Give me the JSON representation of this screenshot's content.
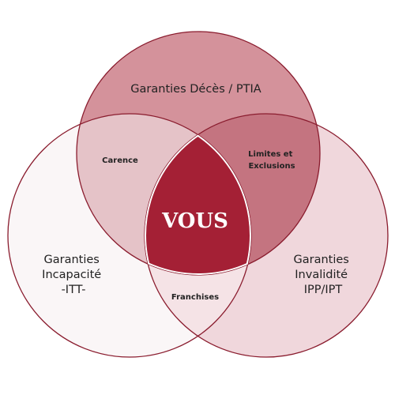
{
  "circles": {
    "top": {
      "lines": [
        "Garanties Décès / PTIA"
      ],
      "fill": "#d4929b"
    },
    "left": {
      "lines": [
        "Garanties",
        "Incapacité",
        "-ITT-"
      ],
      "fill": "#faf6f7"
    },
    "right": {
      "lines": [
        "Garanties",
        "Invalidité",
        "IPP/IPT"
      ],
      "fill": "#f0d7dc"
    }
  },
  "overlaps": {
    "top_left": {
      "lines": [
        "Carence"
      ],
      "fill": "#e5c3c8"
    },
    "top_right": {
      "lines": [
        "Limites et",
        "Exclusions"
      ],
      "fill": "#c47480"
    },
    "left_right": {
      "lines": [
        "Franchises"
      ],
      "fill": "#f5e3e6"
    },
    "center": {
      "lines": [
        "VOUS"
      ],
      "fill": "#a42035"
    }
  },
  "colors": {
    "stroke": "#8a1c2e",
    "center_text": "#ffffff"
  }
}
